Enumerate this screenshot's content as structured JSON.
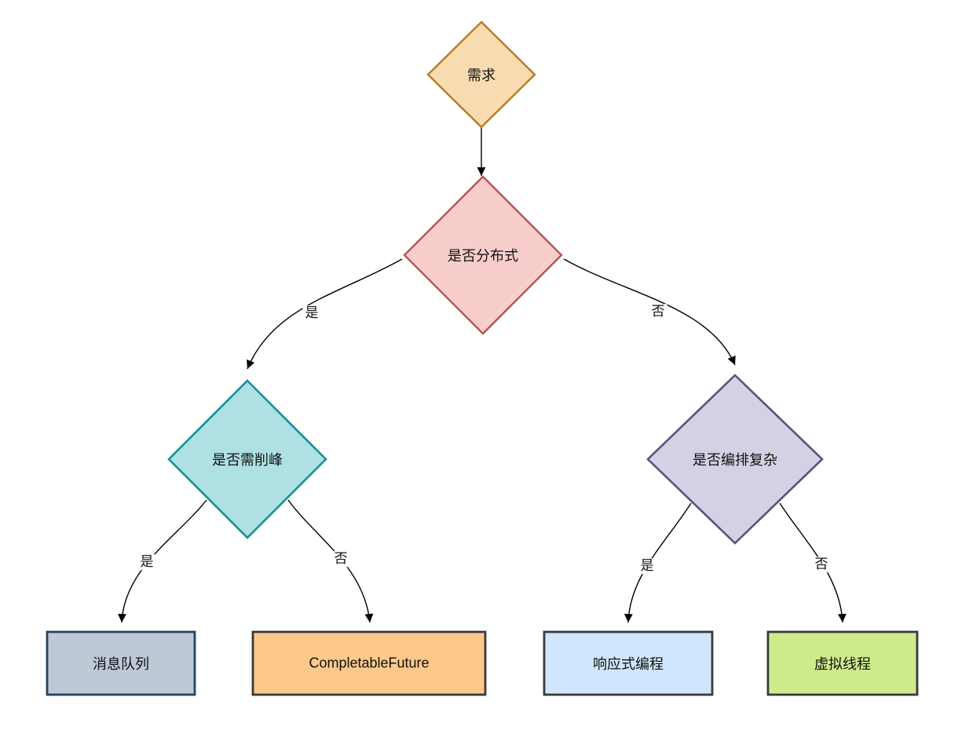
{
  "diagram": {
    "type": "flowchart-decision-tree",
    "background": "#ffffff",
    "edge_color": "#000000",
    "nodes": [
      {
        "id": "need",
        "label": "需求",
        "shape": "diamond",
        "fill": "#F8DBB0",
        "stroke": "#BA7A20"
      },
      {
        "id": "distributed",
        "label": "是否分布式",
        "shape": "diamond",
        "fill": "#F8CECC",
        "stroke": "#B85450"
      },
      {
        "id": "peak",
        "label": "是否需削峰",
        "shape": "diamond",
        "fill": "#AFE0E3",
        "stroke": "#18909A"
      },
      {
        "id": "orchestration",
        "label": "是否编排复杂",
        "shape": "diamond",
        "fill": "#D3D1E4",
        "stroke": "#57527E"
      },
      {
        "id": "mq",
        "label": "消息队列",
        "shape": "rect",
        "fill": "#BDC9D5",
        "stroke": "#23445D"
      },
      {
        "id": "cf",
        "label": "CompletableFuture",
        "shape": "rect",
        "fill": "#FDC98B",
        "stroke": "#36393D"
      },
      {
        "id": "reactive",
        "label": "响应式编程",
        "shape": "rect",
        "fill": "#CFE6FC",
        "stroke": "#36393D"
      },
      {
        "id": "vthread",
        "label": "虚拟线程",
        "shape": "rect",
        "fill": "#CDEB8B",
        "stroke": "#36393D"
      }
    ],
    "edges": [
      {
        "from": "需求",
        "to": "是否分布式",
        "label": ""
      },
      {
        "from": "是否分布式",
        "to": "是否需削峰",
        "label": "是"
      },
      {
        "from": "是否分布式",
        "to": "是否编排复杂",
        "label": "否"
      },
      {
        "from": "是否需削峰",
        "to": "消息队列",
        "label": "是"
      },
      {
        "from": "是否需削峰",
        "to": "CompletableFuture",
        "label": "否"
      },
      {
        "from": "是否编排复杂",
        "to": "响应式编程",
        "label": "是"
      },
      {
        "from": "是否编排复杂",
        "to": "虚拟线程",
        "label": "否"
      }
    ]
  }
}
